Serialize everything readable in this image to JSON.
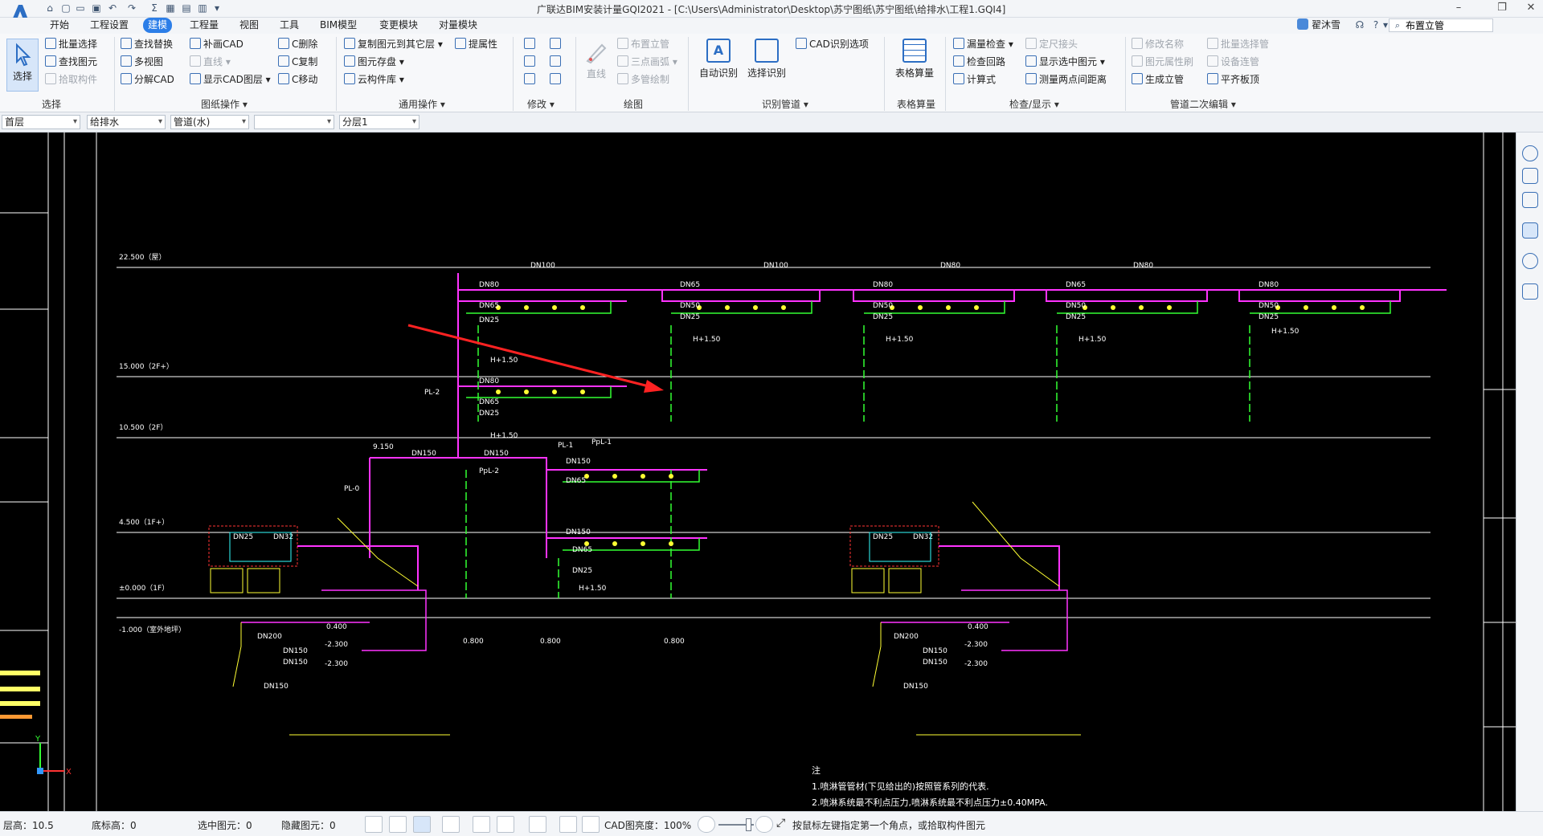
{
  "title_bar": {
    "title": "广联达BIM安装计量GQI2021 - [C:\\Users\\Administrator\\Desktop\\苏宁图纸\\苏宁图纸\\给排水\\工程1.GQI4]",
    "user_name": "翟沐雪",
    "help": "?",
    "search_value": "布置立管"
  },
  "tabs": [
    "开始",
    "工程设置",
    "建模",
    "工程量",
    "视图",
    "工具",
    "BIM模型",
    "变更模块",
    "对量模块"
  ],
  "active_tab": "建模",
  "ribbon": {
    "select": {
      "big": "选择",
      "items": [
        "批量选择",
        "查找图元",
        "拾取构件"
      ],
      "group": "选择"
    },
    "drawing_ops": {
      "items": [
        "查找替换",
        "多视图",
        "分解CAD",
        "补画CAD",
        "直线",
        "显示CAD图层",
        "C删除",
        "C复制",
        "C移动"
      ],
      "group": "图纸操作"
    },
    "general_ops": {
      "items": [
        "复制图元到其它层",
        "提属性",
        "图元存盘",
        "云构件库"
      ],
      "group": "通用操作"
    },
    "modify": {
      "group": "修改"
    },
    "draw": {
      "big": "直线",
      "items": [
        "布置立管",
        "三点画弧",
        "多管绘制"
      ],
      "group": "绘图"
    },
    "recognize": {
      "big1": "自动识别",
      "big2": "选择识别",
      "items": [
        "CAD识别选项"
      ],
      "group": "识别管道"
    },
    "table": {
      "big": "表格算量",
      "group": "表格算量"
    },
    "check": {
      "items": [
        "漏量检查",
        "检查回路",
        "计算式",
        "定尺接头",
        "显示选中图元",
        "测量两点间距离"
      ],
      "group": "检查/显示"
    },
    "pipe_edit": {
      "items": [
        "修改名称",
        "图元属性刷",
        "生成立管",
        "批量选择管",
        "设备连管",
        "平齐板顶"
      ],
      "group": "管道二次编辑"
    }
  },
  "property_bar": {
    "floor": "首层",
    "discipline": "给排水",
    "type": "管道(水)",
    "component": "",
    "layer": "分层1"
  },
  "status_bar": {
    "layer_height": "层高：10.5",
    "base_height": "底标高：0",
    "selected": "选中图元：0",
    "hidden": "隐藏图元：0",
    "cad_brightness": "CAD图亮度：100%",
    "hint": "按鼠标左键指定第一个角点，或拾取构件图元"
  },
  "drawing": {
    "elevations": [
      "22.500（屋）",
      "15.000（2F+）",
      "10.500（2F）",
      "4.500（1F+）",
      "±0.000（1F）",
      "-1.000（室外地坪）"
    ],
    "pipe_labels": {
      "dn100": "DN100",
      "dn80": "DN80",
      "dn65": "DN65",
      "dn50": "DN50",
      "dn25": "DN25",
      "dn150": "DN150",
      "dn32": "DN32",
      "dn200": "DN200",
      "h150": "H+1.50",
      "pl1": "PL-1",
      "pl2": "PL-2",
      "pl0": "PL-0",
      "ppl1": "PpL-1",
      "ppl2": "PpL-2",
      "e0800": "0.800",
      "e0400": "0.400",
      "em2300": "-2.300",
      "e9150": "9.150"
    },
    "notes": [
      "注",
      "1.喷淋管管材(下见给出的)按照管系列的代表.",
      "2.喷淋系统最不利点压力,喷淋系统最不利点压力±0.40MPA."
    ]
  }
}
